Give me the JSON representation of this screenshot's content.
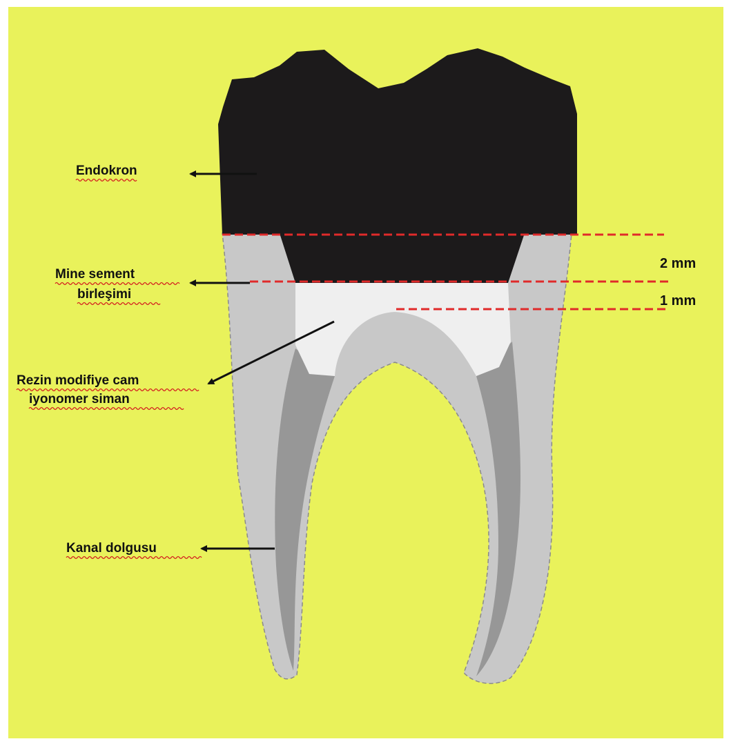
{
  "labels": {
    "endocrown": "Endokron",
    "cej_line1": "Mine sement",
    "cej_line2": "birleşimi",
    "cement_line1": "Rezin modifiye cam",
    "cement_line2": "iyonomer siman",
    "canal_filling": "Kanal dolgusu"
  },
  "measurements": {
    "upper": "2 mm",
    "lower": "1 mm"
  },
  "colors": {
    "background": "#e9f25b",
    "crown": "#1c1a1b",
    "cement": "#efefef",
    "dentin": "#c8c8c8",
    "canal_filling": "#979797",
    "reference_line": "#e02a2a",
    "arrow": "#111111"
  }
}
